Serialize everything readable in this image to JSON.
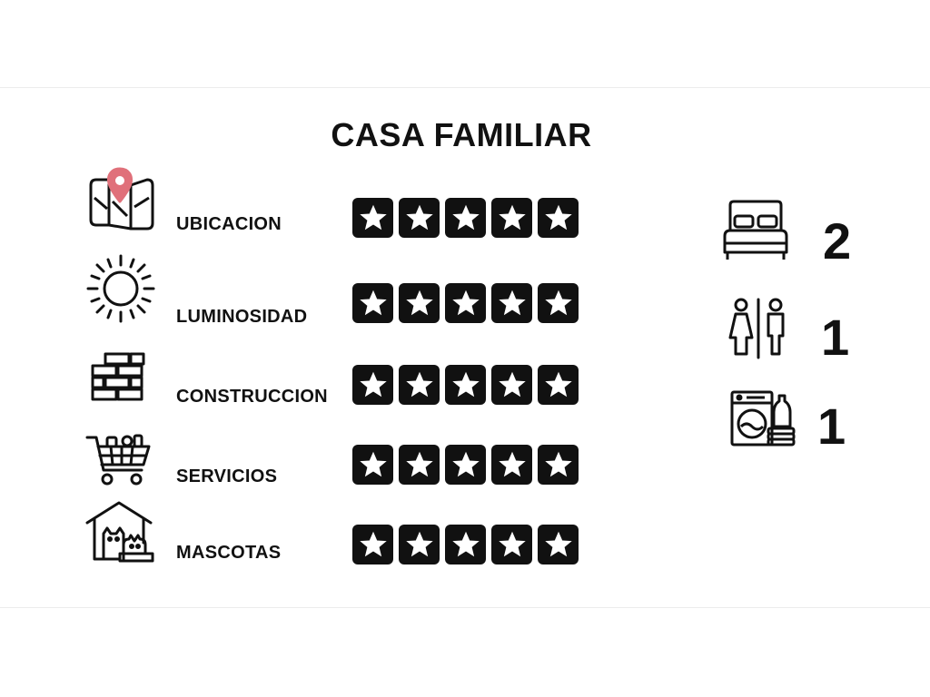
{
  "title": "CASA FAMILIAR",
  "ratings": [
    {
      "label": "UBICACION",
      "stars": 5,
      "icon": "map-pin-icon"
    },
    {
      "label": "LUMINOSIDAD",
      "stars": 5,
      "icon": "sun-icon"
    },
    {
      "label": "CONSTRUCCION",
      "stars": 5,
      "icon": "brick-wall-icon"
    },
    {
      "label": "SERVICIOS",
      "stars": 5,
      "icon": "shopping-cart-icon"
    },
    {
      "label": "MASCOTAS",
      "stars": 5,
      "icon": "pet-house-icon"
    }
  ],
  "features": [
    {
      "icon": "bed-icon",
      "count": "2"
    },
    {
      "icon": "restroom-icon",
      "count": "1"
    },
    {
      "icon": "washing-machine-icon",
      "count": "1"
    }
  ],
  "colors": {
    "ink": "#111111",
    "pin": "#e0707a",
    "star_fill": "#ffffff"
  }
}
